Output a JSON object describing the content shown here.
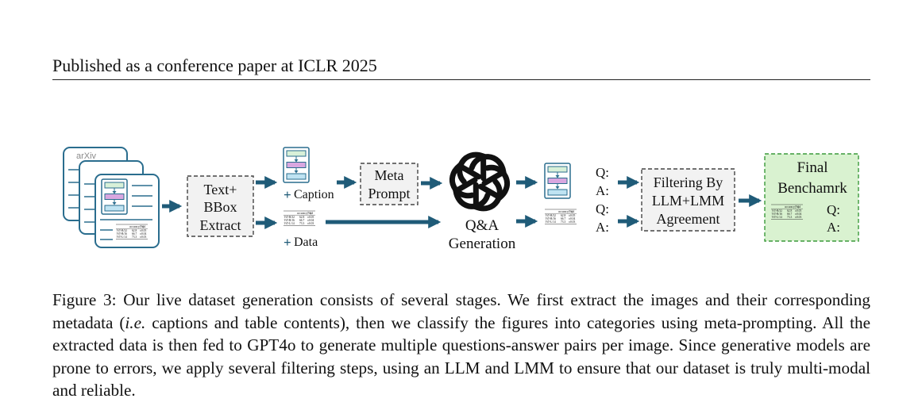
{
  "header": {
    "running_title": "Published as a conference paper at ICLR 2025"
  },
  "figure": {
    "arxiv_logo": "arXiv",
    "extract_box": [
      "Text+",
      "BBox",
      "Extract"
    ],
    "caption_label": "Caption",
    "data_label": "Data",
    "meta_prompt_box": [
      "Meta",
      "Prompt"
    ],
    "qa_generation": [
      "Q&A",
      "Generation"
    ],
    "q_label": "Q:",
    "a_label": "A:",
    "filtering_box": [
      "Filtering By",
      "LLM+LMM",
      "Agreement"
    ],
    "final_box": [
      "Final",
      "Benchamrk"
    ],
    "mini_table": {
      "header": [
        "accuracy(%)",
        "std"
      ],
      "rows": [
        [
          "ViT-B/32",
          "62.8",
          "±0.05"
        ],
        [
          "ViT-B/16",
          "66.7",
          "±0.04"
        ],
        [
          "ViT-L/14",
          "73.3",
          "±0.03"
        ]
      ]
    },
    "colors": {
      "arrow": "#1f5b78",
      "doc_outline": "#2a6d8e",
      "mini_green": "#d8f0d8",
      "mini_pink": "#d9a7e0",
      "mini_blue": "#bfe3f2",
      "final_fill": "#d9f2d0",
      "final_border": "#3b9a3b",
      "box_fill": "#f2f2f2"
    }
  },
  "caption": {
    "label": "Figure 3:",
    "part1": " Our live dataset generation consists of several stages. We first extract the images and their corresponding metadata (",
    "ie": "i.e.",
    "part2": " captions and table contents), then we classify the figures into categories using meta-prompting. All the extracted data is then fed to GPT4o to generate multiple questions-answer pairs per image. Since generative models are prone to errors, we apply several filtering steps, using an LLM and LMM to ensure that our dataset is truly multi-modal and reliable."
  }
}
